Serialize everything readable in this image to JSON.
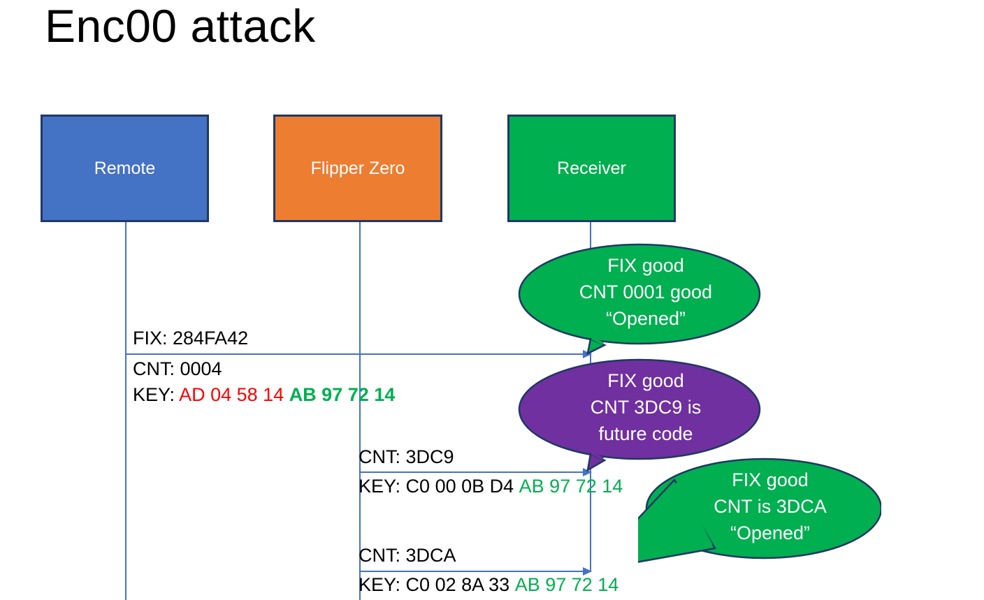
{
  "slide": {
    "title": "Enc00 attack"
  },
  "actors": [
    {
      "id": "remote",
      "label": "Remote",
      "color": "#4472C4"
    },
    {
      "id": "flipper",
      "label": "Flipper Zero",
      "color": "#ED7D31"
    },
    {
      "id": "receiver",
      "label": "Receiver",
      "color": "#00AF50"
    }
  ],
  "messages": {
    "fix_line": "FIX: 284FA42",
    "cnt_0004": "CNT: 0004",
    "key_0004": {
      "prefix": "KEY: ",
      "red_bytes": "AD 04 58 14",
      "green_bytes": "AB 97 72 14"
    },
    "cnt_3dc9": "CNT: 3DC9",
    "key_3dc9": {
      "prefix": "KEY: ",
      "black_bytes": "C0 00 0B D4",
      "green_bytes": "AB 97 72 14"
    },
    "cnt_3dca": "CNT: 3DCA",
    "key_3dca": {
      "prefix": "KEY: ",
      "black_bytes": "C0 02 8A 33",
      "green_bytes": "AB 97 72 14"
    }
  },
  "callouts": [
    {
      "id": "callout-1",
      "color": "#00AF50",
      "line1": "FIX good",
      "line2": "CNT 0001 good",
      "line3": "“Opened”"
    },
    {
      "id": "callout-2",
      "color": "#7030A0",
      "line1": "FIX good",
      "line2": "CNT 3DC9 is",
      "line3": "future code"
    },
    {
      "id": "callout-3",
      "color": "#00AF50",
      "line1": "FIX good",
      "line2": "CNT is 3DCA",
      "line3": "“Opened”"
    }
  ],
  "colors": {
    "remote_blue": "#4472C4",
    "flipper_orange": "#ED7D31",
    "receiver_green": "#00AF50",
    "callout_purple": "#7030A0",
    "box_border": "#1F3864",
    "hex_red": "#FF0000",
    "hex_green": "#00AF50",
    "lifeline": "#4472C4"
  }
}
